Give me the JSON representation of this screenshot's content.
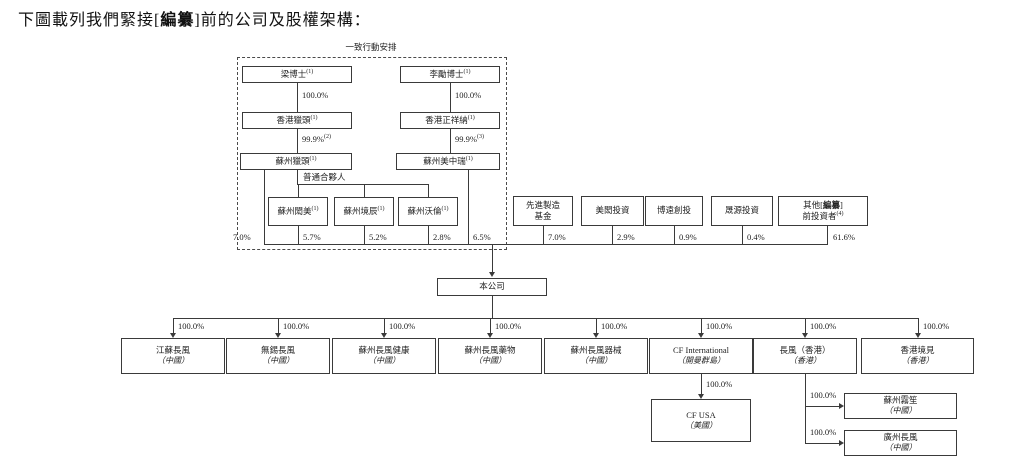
{
  "page": {
    "title_prefix": "下圖載列我們緊接[",
    "title_bold": "編纂",
    "title_suffix": "]前的公司及股權架構："
  },
  "diagram": {
    "concert_arrangement_label": "一致行動安排",
    "general_partner_label": "普通合夥人",
    "founders": {
      "left": {
        "person": "梁博士",
        "person_sup": "(1)",
        "pct_to_hk": "100.0%",
        "hk_co": "香港獵頭",
        "hk_co_sup": "(1)",
        "pct_to_cn": "99.9%",
        "pct_to_cn_sup": "(2)",
        "cn_co": "蘇州獵頭",
        "cn_co_sup": "(1)",
        "stake_in_company": "7.0%"
      },
      "right": {
        "person": "李勵博士",
        "person_sup": "(1)",
        "pct_to_hk": "100.0%",
        "hk_co": "香港正祥納",
        "hk_co_sup": "(1)",
        "pct_to_cn": "99.9%",
        "pct_to_cn_sup": "(3)",
        "cn_co": "蘇州美中瑞",
        "cn_co_sup": "(1)",
        "stake_in_company": "6.5%"
      }
    },
    "partnerships": [
      {
        "name": "蘇州閎美",
        "sup": "(1)",
        "stake": "5.7%"
      },
      {
        "name": "蘇州境辰",
        "sup": "(1)",
        "stake": "5.2%"
      },
      {
        "name": "蘇州沃倫",
        "sup": "(1)",
        "stake": "2.8%"
      }
    ],
    "investors": [
      {
        "line1": "先進製造",
        "line2": "基金",
        "stake": "7.0%"
      },
      {
        "line1": "美閎投資",
        "stake": "2.9%"
      },
      {
        "line1": "博遠創投",
        "stake": "0.9%"
      },
      {
        "line1": "晟源投資",
        "stake": "0.4%"
      },
      {
        "line1_prefix": "其他[",
        "line1_bold": "編纂",
        "line1_suffix": "]",
        "line2": "前投資者",
        "sup": "(4)",
        "stake": "61.6%"
      }
    ],
    "company": {
      "name": "本公司"
    },
    "subsidiaries": [
      {
        "name": "江蘇長風",
        "jurisdiction": "（中國）",
        "pct": "100.0%"
      },
      {
        "name": "無錫長風",
        "jurisdiction": "（中國）",
        "pct": "100.0%"
      },
      {
        "name": "蘇州長風健康",
        "jurisdiction": "（中國）",
        "pct": "100.0%"
      },
      {
        "name": "蘇州長風藥物",
        "jurisdiction": "（中國）",
        "pct": "100.0%"
      },
      {
        "name": "蘇州長風器械",
        "jurisdiction": "（中國）",
        "pct": "100.0%"
      },
      {
        "name": "CF International",
        "jurisdiction": "（開曼群島）",
        "pct": "100.0%"
      },
      {
        "name": "長風（香港）",
        "jurisdiction": "（香港）",
        "pct": "100.0%"
      },
      {
        "name": "香港境見",
        "jurisdiction": "（香港）",
        "pct": "100.0%"
      }
    ],
    "sub_subsidiaries": [
      {
        "name": "CF USA",
        "jurisdiction": "（美國）",
        "pct": "100.0%"
      },
      {
        "name": "蘇州霧笙",
        "jurisdiction": "（中國）",
        "pct": "100.0%"
      },
      {
        "name": "廣州長風",
        "jurisdiction": "（中國）",
        "pct": "100.0%"
      }
    ]
  }
}
